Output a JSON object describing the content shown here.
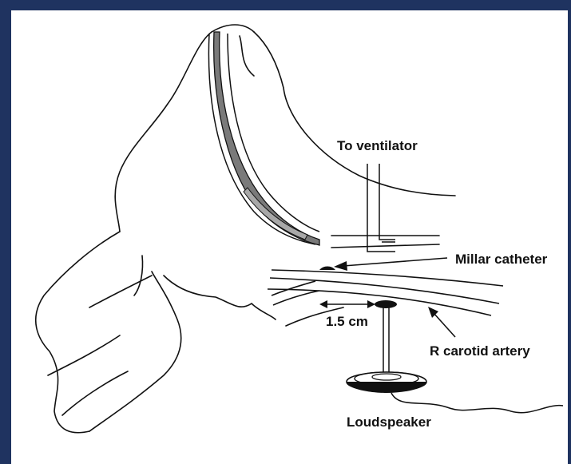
{
  "labels": {
    "ventilator": "To ventilator",
    "catheter": "Millar catheter",
    "distance": "1.5 cm",
    "artery": "R carotid artery",
    "speaker": "Loudspeaker"
  },
  "colors": {
    "frame": "#1f3360",
    "background": "#ffffff",
    "line": "#111111",
    "tube_fill": "#7a7a7a",
    "tube_fill_light": "#a8a8a8"
  }
}
